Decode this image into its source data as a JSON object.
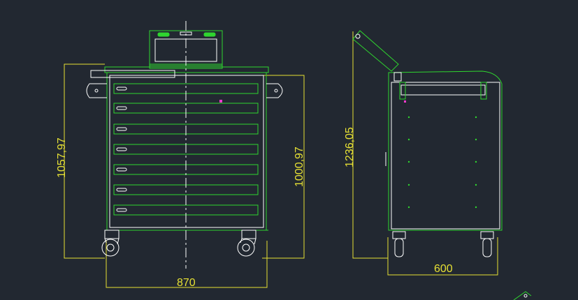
{
  "colors": {
    "background": "#222831",
    "outline": "#2fd62f",
    "detail": "#ffffff",
    "dimension": "#e6e034",
    "marker": "#ff3bd0"
  },
  "dimensions": {
    "overall_height_front": "1057,97",
    "body_height_front": "1000,97",
    "overall_width_front": "870",
    "overall_height_side": "1236,05",
    "depth_side": "600"
  }
}
